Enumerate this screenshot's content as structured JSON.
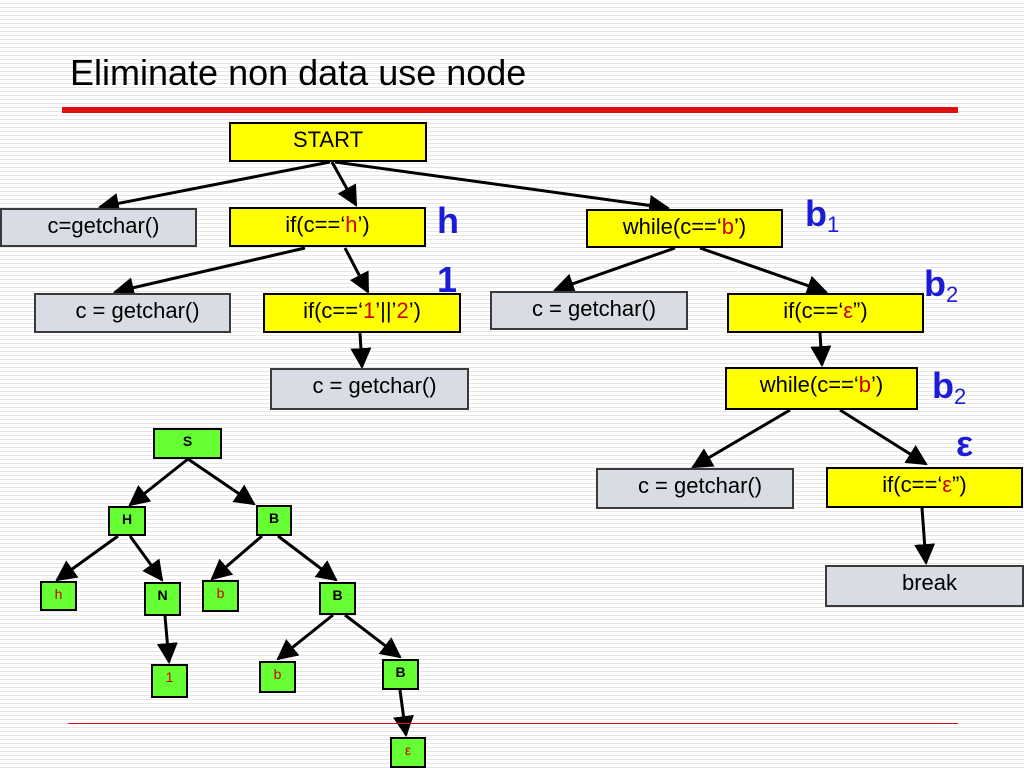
{
  "title": "Eliminate non data use node",
  "flow": {
    "start": "START",
    "getchar_top": "c=getchar()",
    "if_h": {
      "pre": "if(c==‘",
      "val": "h",
      "post": "’)"
    },
    "while_b1": {
      "pre": "while(c==‘",
      "val": "b",
      "post": "’)"
    },
    "getchar_2": "c = getchar()",
    "if_12": {
      "pre": "if(c==‘",
      "v1": "1",
      "mid": "’||’",
      "v2": "2",
      "post": "’)"
    },
    "getchar_3": "c = getchar()",
    "getchar_4": "c = getchar()",
    "if_eps1": {
      "pre": "if(c==‘",
      "val": "ε",
      "post": "”)"
    },
    "while_b2": {
      "pre": "while(c==‘",
      "val": "b",
      "post": "’)"
    },
    "getchar_5": "c = getchar()",
    "if_eps2": {
      "pre": "if(c==‘",
      "val": "ε",
      "post": "”)"
    },
    "break": "break"
  },
  "labels": {
    "h": "h",
    "one": "1",
    "b1": {
      "main": "b",
      "sub": "1"
    },
    "b2a": {
      "main": "b",
      "sub": "2"
    },
    "b2b": {
      "main": "b",
      "sub": "2"
    },
    "eps": "ε"
  },
  "grammar_tree": {
    "S": "S",
    "H": "H",
    "B1": "B",
    "h": "h",
    "N": "N",
    "b1": "b",
    "B2": "B",
    "one": "1",
    "b2": "b",
    "B3": "B",
    "eps": "ε"
  }
}
